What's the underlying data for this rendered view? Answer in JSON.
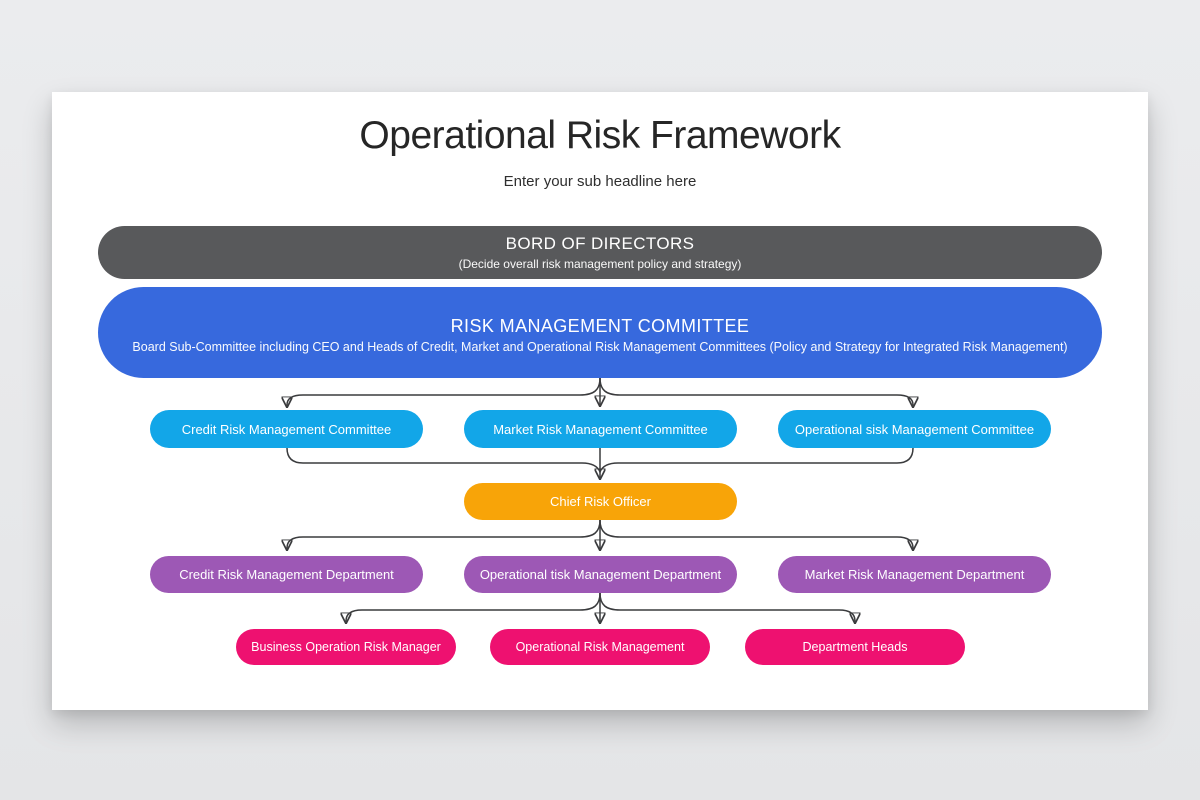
{
  "header": {
    "title": "Operational Risk Framework",
    "subtitle": "Enter your sub headline here"
  },
  "board": {
    "title": "BORD OF DIRECTORS",
    "subtitle": "(Decide overall risk management policy and strategy)",
    "color": "#58595b"
  },
  "risk_committee": {
    "title": "RISK MANAGEMENT COMMITTEE",
    "subtitle": "Board Sub-Committee including CEO and Heads of Credit, Market and Operational Risk Management Committees  (Policy and Strategy for Integrated Risk Management)",
    "color": "#3769dd"
  },
  "committees": {
    "color": "#12a6e8",
    "items": [
      "Credit Risk Management Committee",
      "Market Risk Management Committee",
      "Operational sisk Management Committee"
    ]
  },
  "chief_risk_officer": {
    "label": "Chief Risk Officer",
    "color": "#f8a408"
  },
  "departments": {
    "color": "#9d58b5",
    "items": [
      "Credit Risk Management Department",
      "Operational tisk Management Department",
      "Market Risk Management Department"
    ]
  },
  "managers": {
    "color": "#ee1170",
    "items": [
      "Business Operation Risk Manager",
      "Operational Risk Management",
      "Department Heads"
    ]
  }
}
